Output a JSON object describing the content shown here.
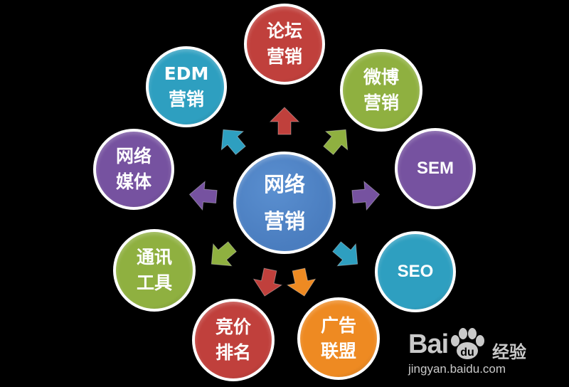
{
  "center": {
    "label": "网络\n营销",
    "color": "#4a7dbf"
  },
  "nodes": [
    {
      "id": "luntan",
      "label": "论坛\n营销",
      "color": "#c0403c"
    },
    {
      "id": "weibo",
      "label": "微博\n营销",
      "color": "#8fb040"
    },
    {
      "id": "sem",
      "label": "SEM",
      "color": "#7652a0"
    },
    {
      "id": "seo",
      "label": "SEO",
      "color": "#2e9fc0"
    },
    {
      "id": "guanggao",
      "label": "广告\n联盟",
      "color": "#ee8a22"
    },
    {
      "id": "jingjia",
      "label": "竞价\n排名",
      "color": "#c0403c"
    },
    {
      "id": "tongxun",
      "label": "通讯\n工具",
      "color": "#8fb040"
    },
    {
      "id": "wangluomeiti",
      "label": "网络\n媒体",
      "color": "#7652a0"
    },
    {
      "id": "edm",
      "label": "EDM\n营销",
      "color": "#2e9fc0"
    }
  ],
  "watermark": {
    "brand_left": "Bai",
    "brand_right": "经验",
    "url": "jingyan.baidu.com"
  }
}
